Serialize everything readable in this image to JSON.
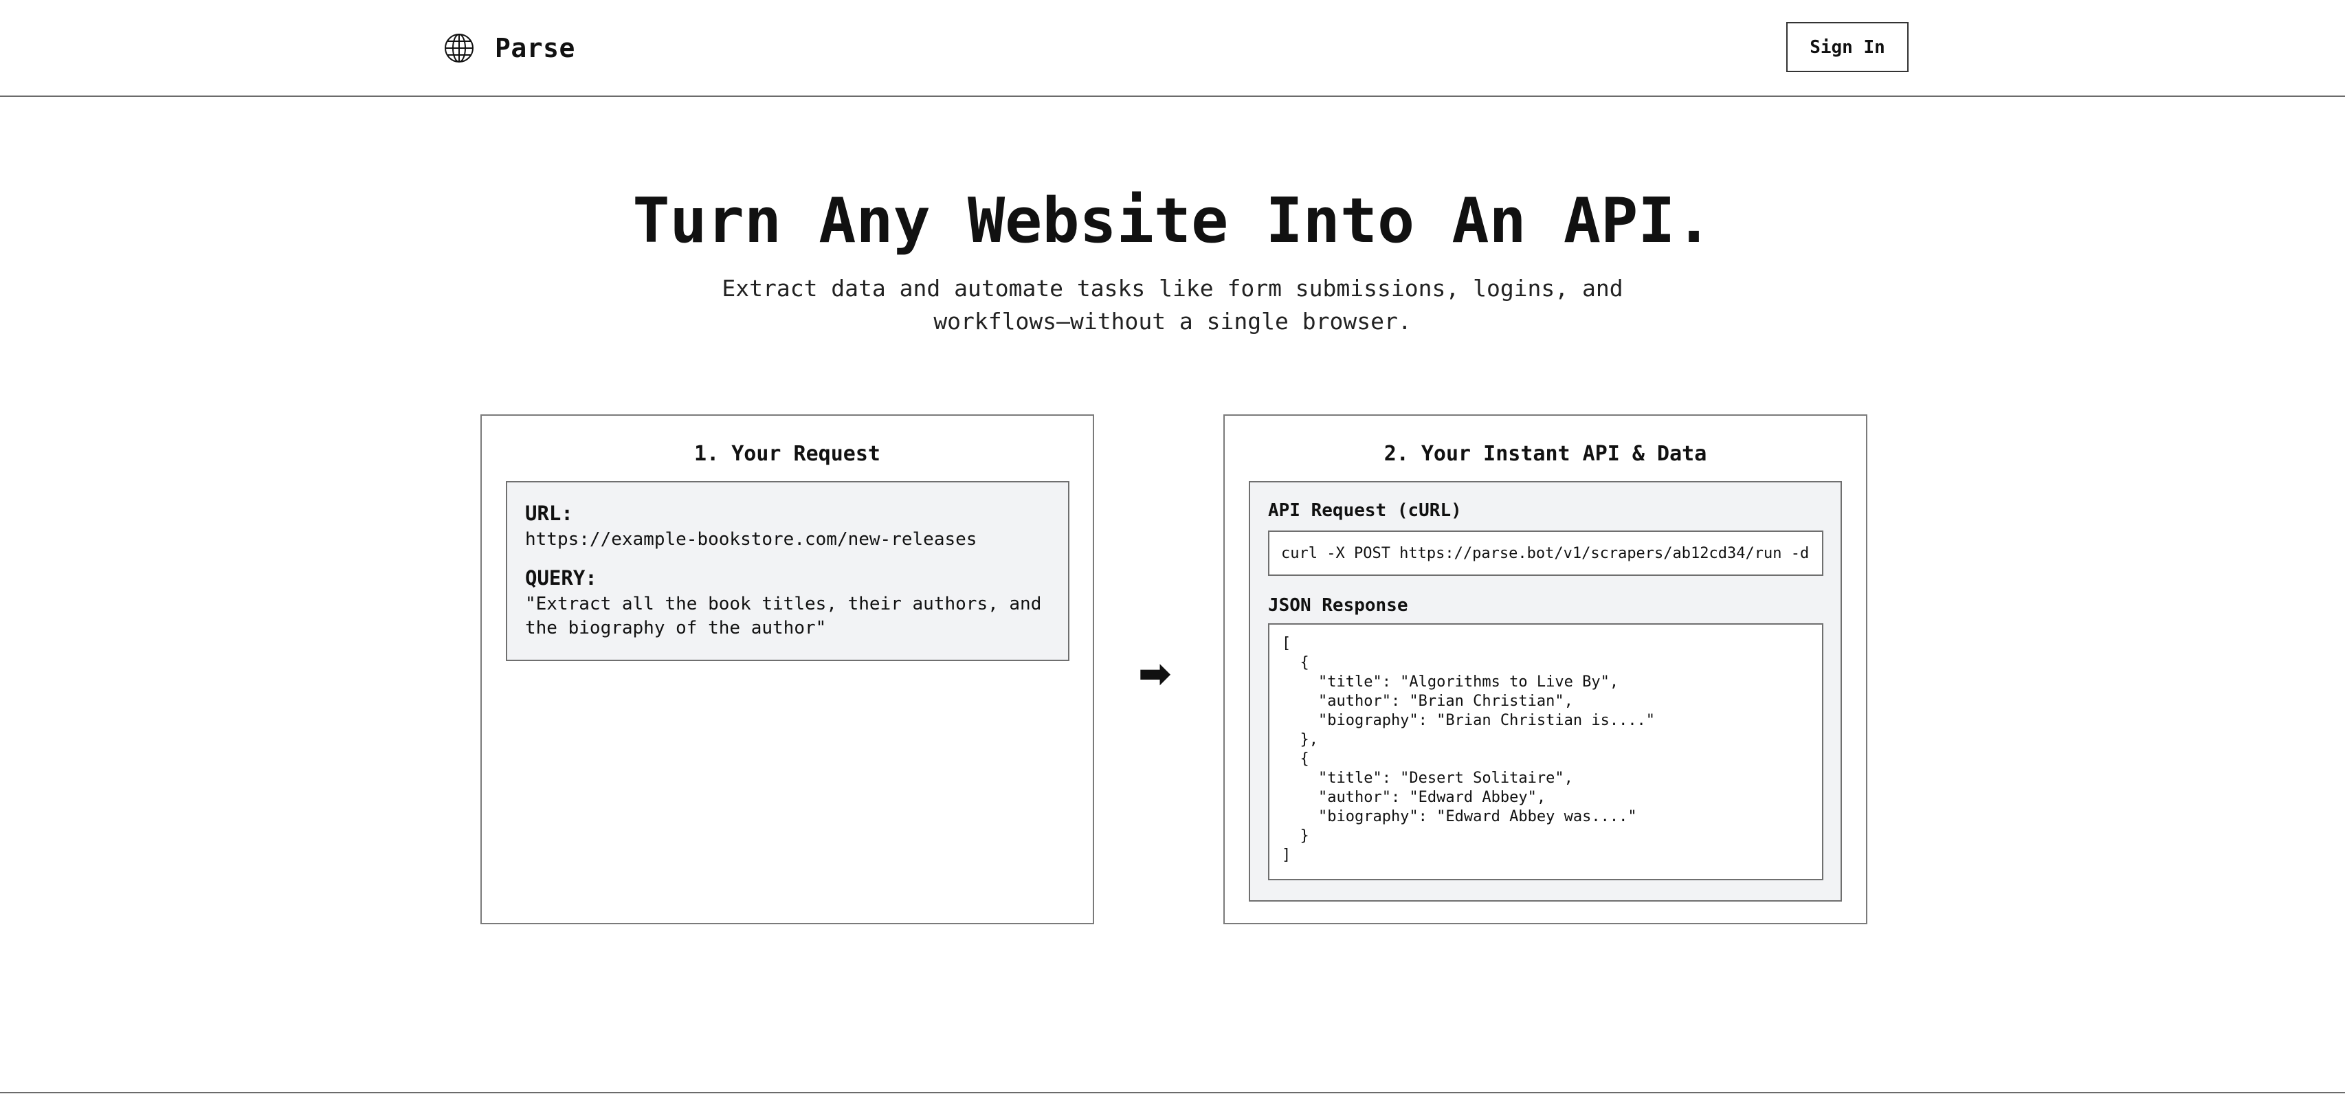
{
  "header": {
    "brand_name": "Parse",
    "logo_icon": "globe-icon",
    "sign_in_label": "Sign In"
  },
  "hero": {
    "title": "Turn Any Website Into An API.",
    "subtitle": "Extract data and automate tasks like form submissions, logins, and workflows—without a single browser."
  },
  "request_card": {
    "title": "1. Your Request",
    "url_label": "URL:",
    "url_value": "https://example-bookstore.com/new-releases",
    "query_label": "QUERY:",
    "query_value": "\"Extract all the book titles, their authors, and the biography of the author\""
  },
  "arrow_icon": "arrow-right-icon",
  "response_card": {
    "title": "2. Your Instant API & Data",
    "curl_label": "API Request (cURL)",
    "curl_value": "curl -X POST https://parse.bot/v1/scrapers/ab12cd34/run -d ''",
    "json_label": "JSON Response",
    "json_value": "[\n  {\n    \"title\": \"Algorithms to Live By\",\n    \"author\": \"Brian Christian\",\n    \"biography\": \"Brian Christian is....\"\n  },\n  {\n    \"title\": \"Desert Solitaire\",\n    \"author\": \"Edward Abbey\",\n    \"biography\": \"Edward Abbey was....\"\n  }\n]"
  }
}
